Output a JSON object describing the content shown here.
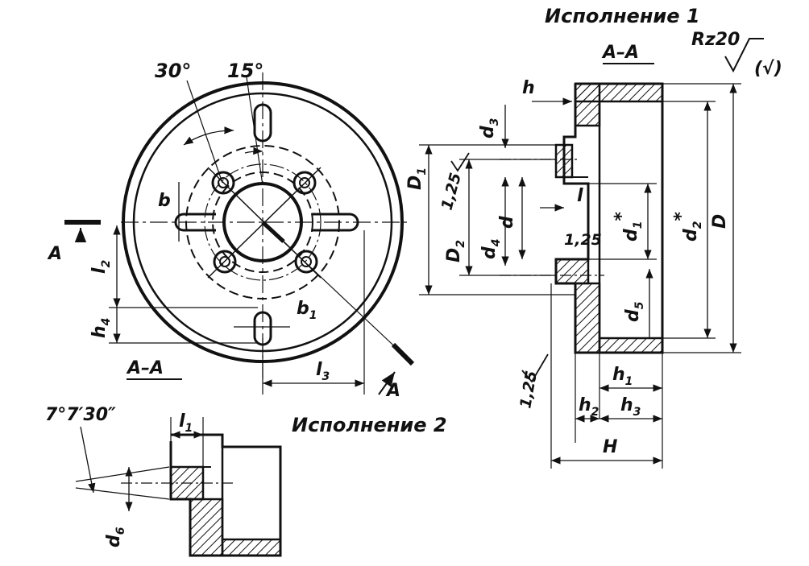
{
  "colors": {
    "ink": "#111111",
    "paper": "#ffffff"
  },
  "labels": {
    "variant_1": "Исполнение 1",
    "variant_2": "Исполнение 2",
    "section_aa_top": "A–A",
    "section_aa_left": "A–A",
    "roughness": "Rz20",
    "roughness_paren": "(√)",
    "angle_30": "30°",
    "angle_15": "15°",
    "angle_7": "7°7′30″",
    "rough_125_a": "1,25",
    "rough_125_b": "1,25",
    "rough_125_c": "1,25",
    "section_letter_left": "A",
    "section_letter_right": "A",
    "dims": {
      "b": "b",
      "b1_base": "b",
      "b1_sub": "1",
      "l2_base": "l",
      "l2_sub": "2",
      "h4_base": "h",
      "h4_sub": "4",
      "l3_base": "l",
      "l3_sub": "3",
      "l1_base": "l",
      "l1_sub": "1",
      "d6_base": "d",
      "d6_sub": "6",
      "h": "h",
      "d3_base": "d",
      "d3_sub": "3",
      "D1_base": "D",
      "D1_sub": "1",
      "d": "d",
      "D2_base": "D",
      "D2_sub": "2",
      "d4_base": "d",
      "d4_sub": "4",
      "l": "l",
      "d1_base": "d",
      "d1_sub": "1",
      "d1_star": "*",
      "d2_base": "d",
      "d2_sub": "2",
      "d2_star": "*",
      "D": "D",
      "d5_base": "d",
      "d5_sub": "5",
      "h1_base": "h",
      "h1_sub": "1",
      "h2_base": "h",
      "h2_sub": "2",
      "h3_base": "h",
      "h3_sub": "3",
      "H": "H"
    }
  }
}
